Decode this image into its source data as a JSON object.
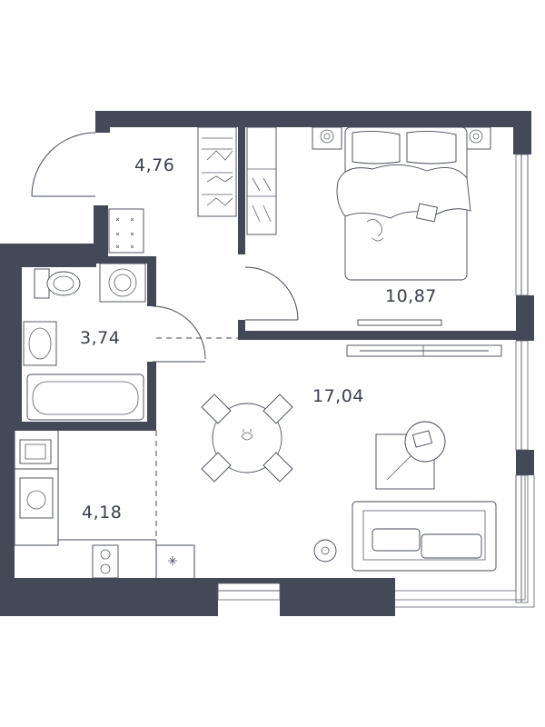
{
  "rooms": {
    "hallway": {
      "area": "4,76"
    },
    "bedroom": {
      "area": "10,87"
    },
    "bathroom": {
      "area": "3,74"
    },
    "living": {
      "area": "17,04"
    },
    "kitchen": {
      "area": "4,18"
    }
  },
  "colors": {
    "wall": "#434957",
    "background": "#ffffff",
    "label": "#3a3f4b"
  }
}
